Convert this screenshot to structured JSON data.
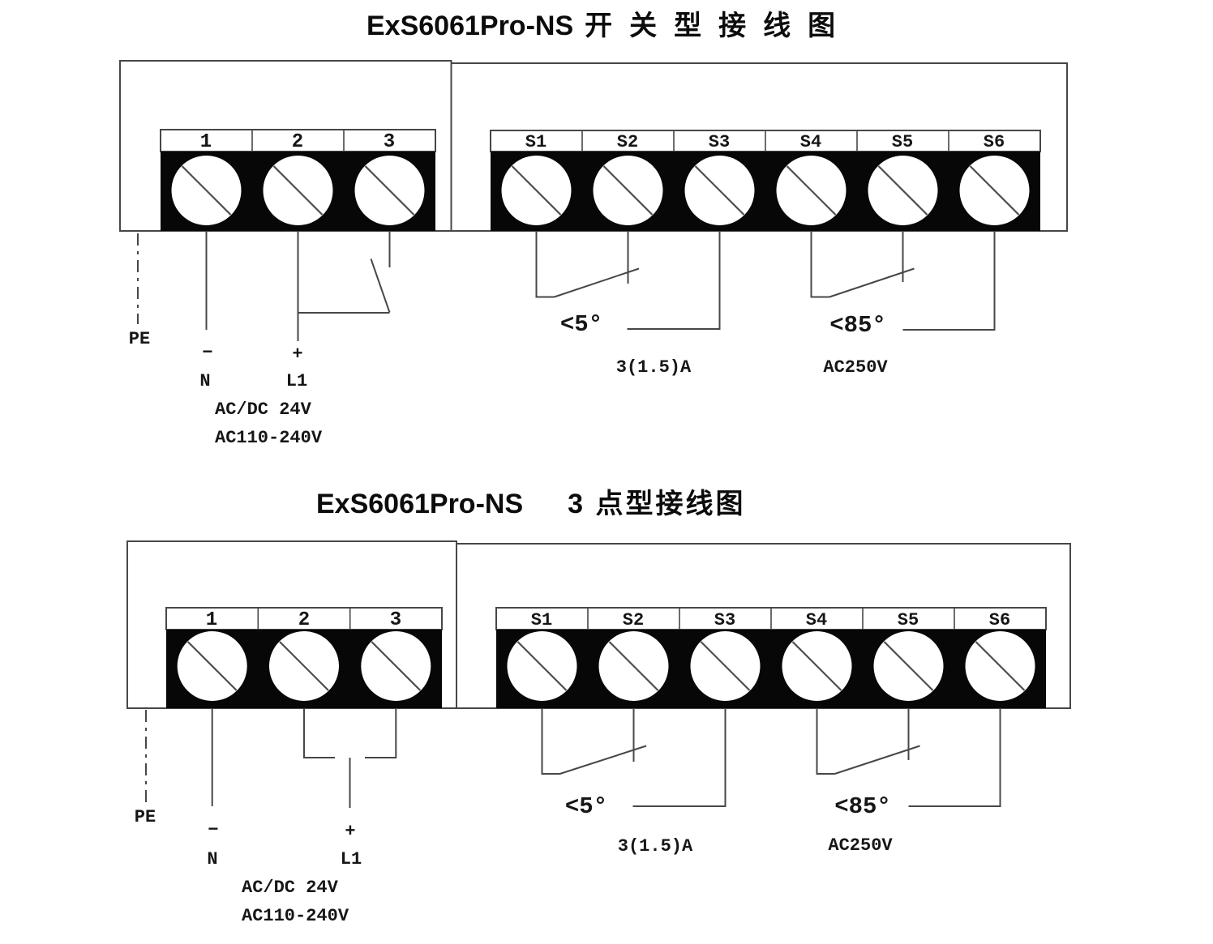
{
  "colors": {
    "paper": "#ffffff",
    "line": "#474747",
    "block": "#070707",
    "text": "#161616"
  },
  "diagram_switch_type": {
    "title_model": "ExS6061Pro-NS",
    "title_type": "开关型接线图",
    "power_terminals": [
      "1",
      "2",
      "3"
    ],
    "signal_terminals": [
      "S1",
      "S2",
      "S3",
      "S4",
      "S5",
      "S6"
    ],
    "labels": {
      "pe": "PE",
      "minus": "−",
      "neutral": "N",
      "plus": "+",
      "line1": "L1",
      "supply_dc": "AC/DC 24V",
      "supply_ac": "AC110-240V",
      "angle_low": "<5°",
      "contact_rating": "3(1.5)A",
      "angle_high": "<85°",
      "contact_voltage": "AC250V"
    }
  },
  "diagram_3_point": {
    "title_model": "ExS6061Pro-NS",
    "title_type": "3 点型接线图",
    "power_terminals": [
      "1",
      "2",
      "3"
    ],
    "signal_terminals": [
      "S1",
      "S2",
      "S3",
      "S4",
      "S5",
      "S6"
    ],
    "labels": {
      "pe": "PE",
      "minus": "−",
      "neutral": "N",
      "plus": "+",
      "line1": "L1",
      "supply_dc": "AC/DC 24V",
      "supply_ac": "AC110-240V",
      "angle_low": "<5°",
      "contact_rating": "3(1.5)A",
      "angle_high": "<85°",
      "contact_voltage": "AC250V"
    }
  }
}
